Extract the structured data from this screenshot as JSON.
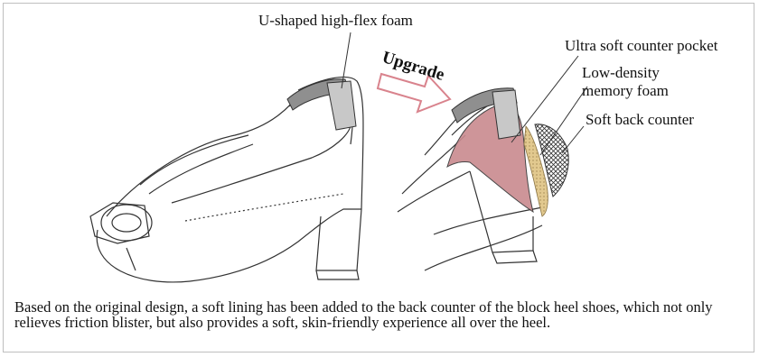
{
  "labels": {
    "u_foam": "U-shaped high-flex foam",
    "upgrade": "Upgrade",
    "ultra_soft": "Ultra soft counter pocket",
    "low_density_line1": "Low-density",
    "low_density_line2": "memory foam",
    "soft_back": "Soft back counter"
  },
  "caption": "Based on the original design, a soft lining has been added to the back counter of the block heel shoes, which not only relieves friction blister, but also provides a soft, skin-friendly experience all over the heel.",
  "colors": {
    "pocket_pink": "#c98a8f",
    "memory_foam_tan": "#e2c98f",
    "arrow_pink": "#d9838d",
    "foam_grey": "#8f8f8f"
  }
}
